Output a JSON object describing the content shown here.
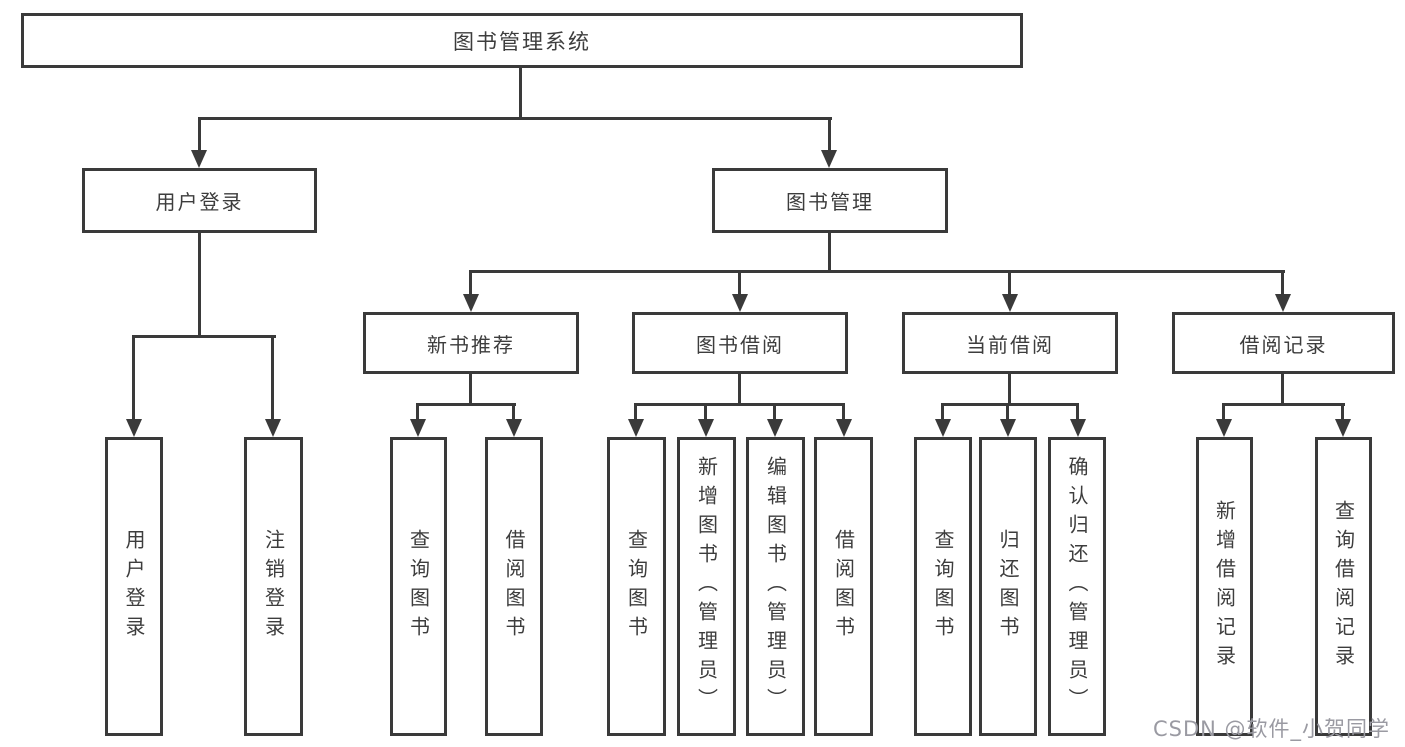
{
  "diagram_title": "图书管理系统",
  "tree": {
    "label": "图书管理系统",
    "children": [
      {
        "label": "用户登录",
        "children": [
          {
            "label": "用户登录"
          },
          {
            "label": "注销登录"
          }
        ]
      },
      {
        "label": "图书管理",
        "children": [
          {
            "label": "新书推荐",
            "children": [
              {
                "label": "查询图书"
              },
              {
                "label": "借阅图书"
              }
            ]
          },
          {
            "label": "图书借阅",
            "children": [
              {
                "label": "查询图书"
              },
              {
                "label": "新增图书（管理员）"
              },
              {
                "label": "编辑图书（管理员）"
              },
              {
                "label": "借阅图书"
              }
            ]
          },
          {
            "label": "当前借阅",
            "children": [
              {
                "label": "查询图书"
              },
              {
                "label": "归还图书"
              },
              {
                "label": "确认归还（管理员）"
              }
            ]
          },
          {
            "label": "借阅记录",
            "children": [
              {
                "label": "新增借阅记录"
              },
              {
                "label": "查询借阅记录"
              }
            ]
          }
        ]
      }
    ]
  },
  "watermark": {
    "text": "CSDN @软件_小贺同学"
  },
  "colors": {
    "line": "#3a3a3a",
    "text": "#3d3d3d",
    "watermark": "#9a9aa2",
    "bg": "#ffffff"
  }
}
